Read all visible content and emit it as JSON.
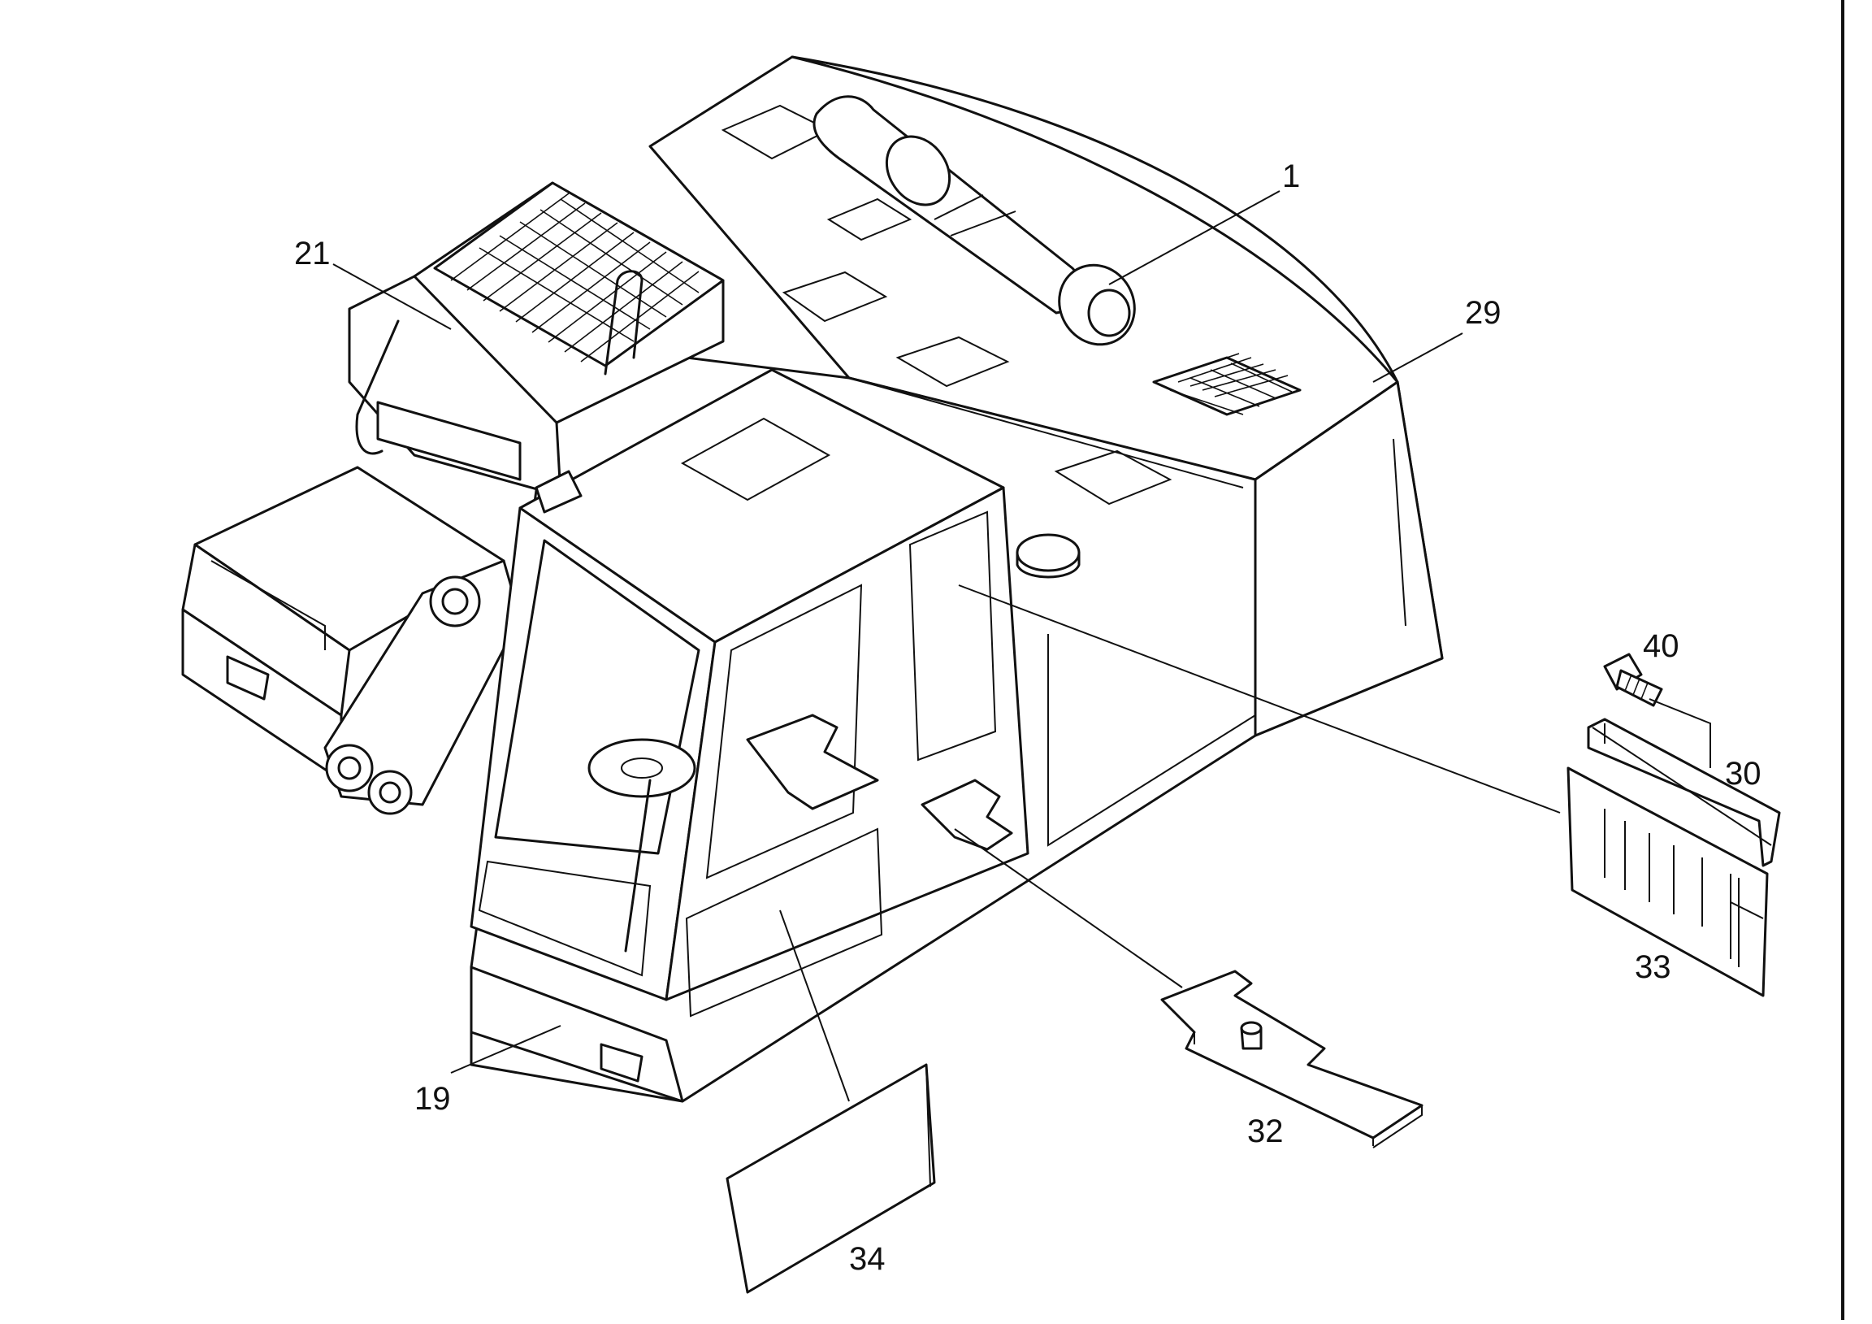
{
  "diagram": {
    "callouts": [
      {
        "id": "c1",
        "label": "1"
      },
      {
        "id": "c21",
        "label": "21"
      },
      {
        "id": "c29",
        "label": "29"
      },
      {
        "id": "c40",
        "label": "40"
      },
      {
        "id": "c30",
        "label": "30"
      },
      {
        "id": "c33",
        "label": "33"
      },
      {
        "id": "c19",
        "label": "19"
      },
      {
        "id": "c32",
        "label": "32"
      },
      {
        "id": "c34",
        "label": "34"
      }
    ]
  }
}
